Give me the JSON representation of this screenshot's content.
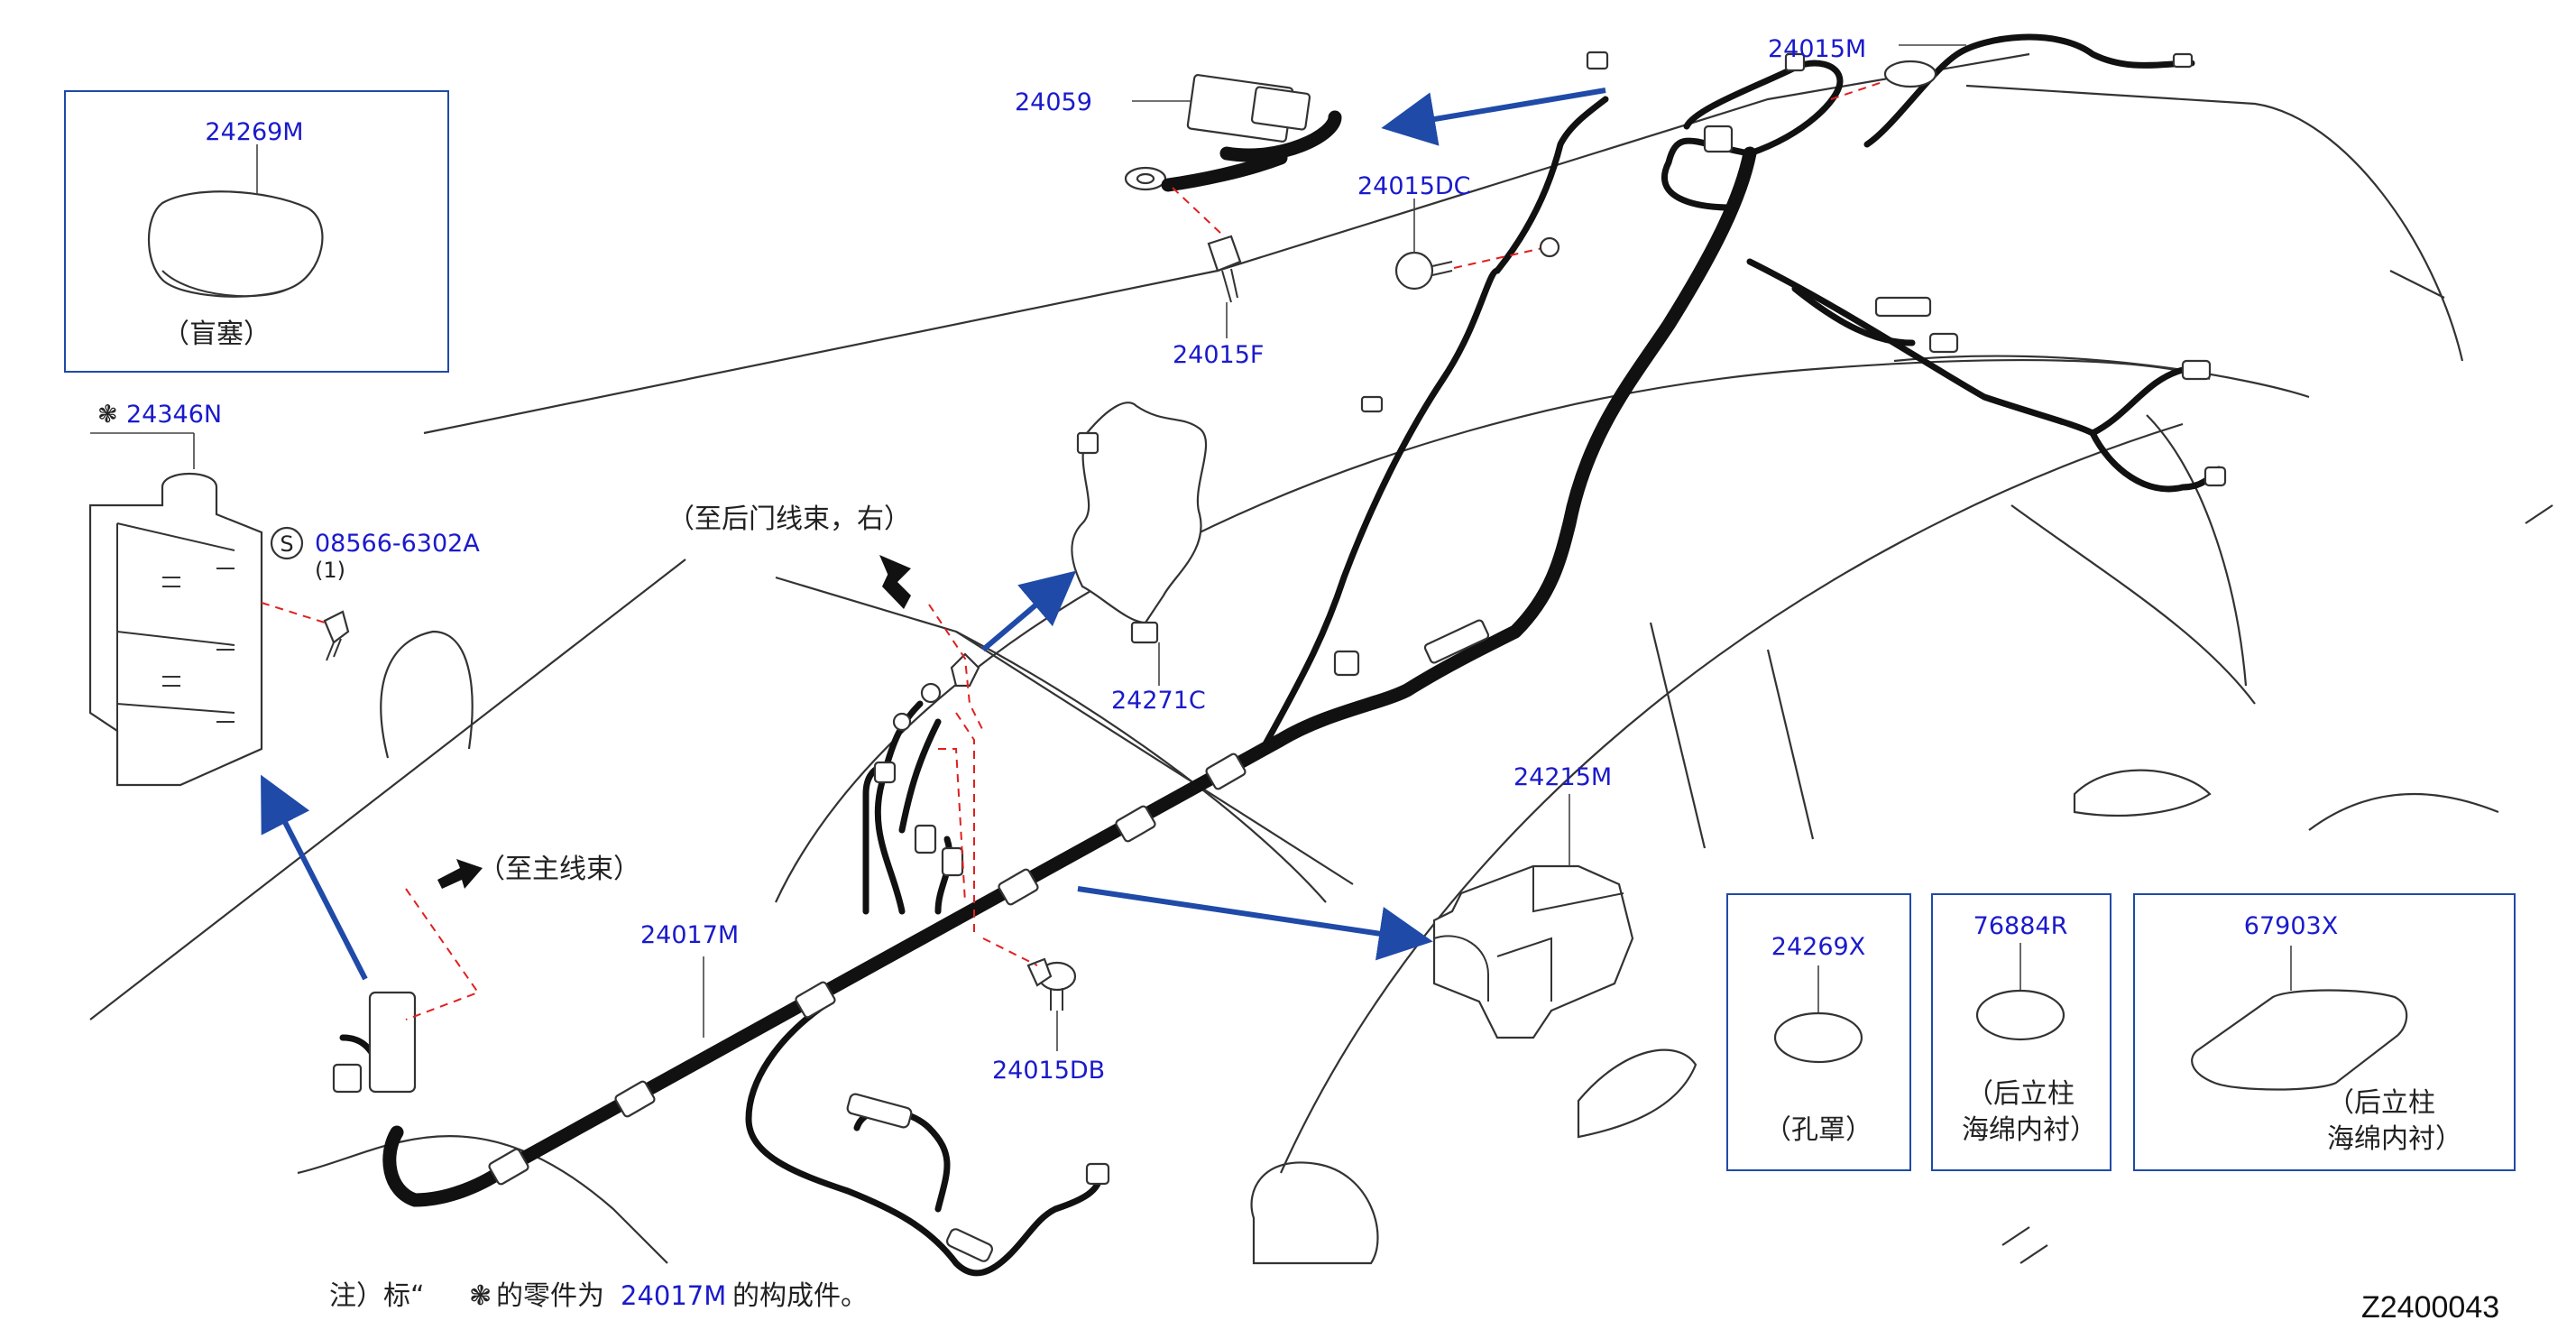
{
  "parts": {
    "p24269M": "24269M",
    "p24346N": "24346N",
    "p08566": "08566-6302A",
    "qty": "(1)",
    "p24059": "24059",
    "p24015F": "24015F",
    "p24015DC": "24015DC",
    "p24015M": "24015M",
    "p24271C": "24271C",
    "p24215M": "24215M",
    "p24017M": "24017M",
    "p24015DB": "24015DB",
    "p24269X": "24269X",
    "p76884R": "76884R",
    "p67903X": "67903X"
  },
  "notes": {
    "blind_plug": "（盲塞）",
    "to_rear_door": "（至后门线束，右）",
    "to_main": "（至主线束）",
    "hole_cover": "（孔罩）",
    "pillar_1a": "（后立柱",
    "pillar_1b": "海绵内衬）",
    "pillar_2a": "（后立柱",
    "pillar_2b": "海绵内衬）",
    "s_symbol": "S"
  },
  "footnote": {
    "prefix": "注）标“",
    "symbol": "❃",
    "middle": "的零件为",
    "part": "24017M",
    "suffix": "的构成件。"
  },
  "symbol_24346N": "❃",
  "diagram_code": "Z2400043",
  "colors": {
    "part_number": "#1a1acc",
    "arrow_blue": "#1f4aa8",
    "dashed_red": "#e02020",
    "wire": "#111111"
  }
}
